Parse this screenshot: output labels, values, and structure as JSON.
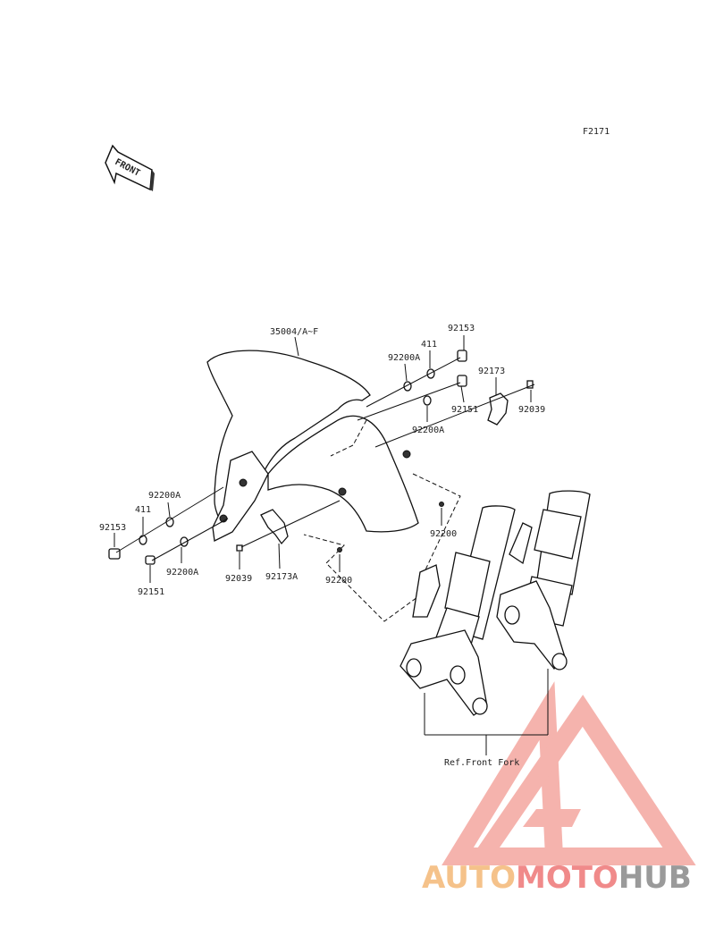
{
  "diagram_code": "F2171",
  "front_badge": "FRONT",
  "reference_label": "Ref.Front Fork",
  "parts": {
    "fender": "35004/A~F",
    "bolt_top": "92153",
    "collar_top": "411",
    "washer_top": "92200A",
    "clamp_top": "92173",
    "screw_top": "92039",
    "bolt_top_short": "92151",
    "washer_mid": "92200A",
    "grommet_right": "92200",
    "washer_left": "92200A",
    "collar_left": "411",
    "bolt_left": "92153",
    "bolt_left_short": "92151",
    "washer_left_lower": "92200A",
    "screw_left": "92039",
    "clamp_left": "92173A",
    "grommet_center": "92200"
  },
  "watermark": {
    "part1": "AUTO",
    "part2": "MOTO",
    "part3": "HUB",
    "colors": {
      "auto": "#f5c28a",
      "moto": "#f08a8a",
      "hub": "#9a9a9a",
      "logo": "#f29a92"
    }
  }
}
